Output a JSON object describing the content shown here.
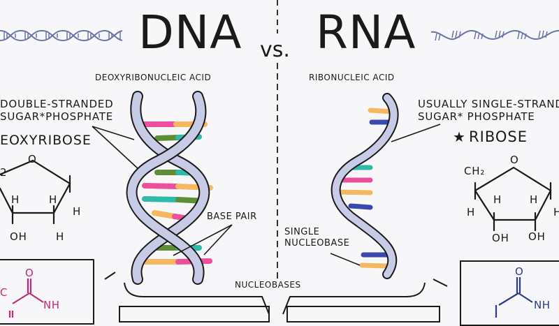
{
  "header": {
    "dna_title": "DNA",
    "vs": "vs.",
    "rna_title": "RNA"
  },
  "dna": {
    "subtitle": "DEOXYRIBONUCLEIC ACID",
    "strand_label_1": "DOUBLE-STRANDED",
    "strand_label_2": "SUGAR*PHOSPHATE",
    "sugar_name": "EOXYRIBOSE",
    "sugar_atoms": {
      "ch2": "2",
      "o": "O",
      "h1": "H",
      "h2": "H",
      "h3": "H",
      "oh": "OH",
      "h4": "H"
    },
    "base_pair_label": "BASE PAIR",
    "icon": "dna-double-helix-icon"
  },
  "rna": {
    "subtitle": "RIBONUCLEIC ACID",
    "strand_label_1": "USUALLY SINGLE-STRANDE",
    "strand_label_2": "SUGAR* PHOSPHATE",
    "sugar_star": "★",
    "sugar_name": "RIBOSE",
    "sugar_atoms": {
      "ch2": "CH₂",
      "o": "O",
      "h1": "H",
      "h2": "H",
      "h3": "H",
      "oh1": "OH",
      "oh2": "OH",
      "h4": "H"
    },
    "single_base_label_1": "SINGLE",
    "single_base_label_2": "NUCLEOBASE",
    "icon": "rna-single-strand-icon"
  },
  "shared": {
    "nucleobases_label": "NUCLEOBASES"
  },
  "bottom_left_molecule": {
    "atoms": [
      "C",
      "O",
      "NH"
    ],
    "color": "#c2287a"
  },
  "bottom_right_molecule": {
    "atoms": [
      "O",
      "NH"
    ],
    "color": "#2a3a8c"
  },
  "colors": {
    "backbone": "#c8cbe6",
    "outline": "#1a1a1a",
    "pink": "#ec4f9c",
    "orange": "#f5b860",
    "green": "#5e8e34",
    "teal": "#2fb9a8",
    "blue": "#3a48b0",
    "helix_icon": "#6a74a8"
  }
}
